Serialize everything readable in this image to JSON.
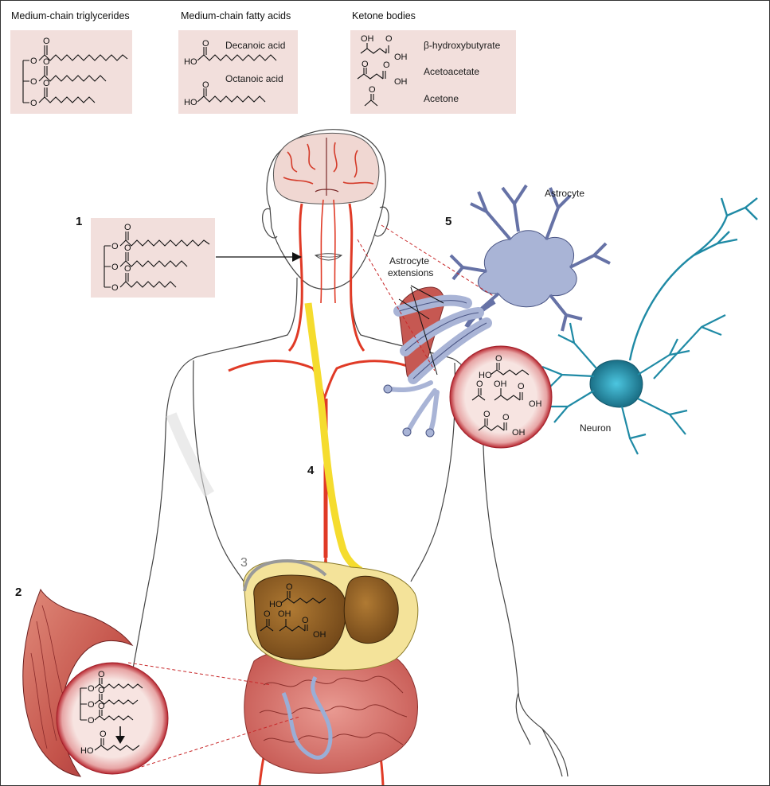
{
  "boxes": {
    "mct": {
      "title": "Medium-chain triglycerides"
    },
    "mcfa": {
      "title": "Medium-chain fatty acids",
      "decanoic": "Decanoic acid",
      "octanoic": "Octanoic acid"
    },
    "ketone": {
      "title": "Ketone bodies",
      "bhb": "β-hydroxybutyrate",
      "acac": "Acetoacetate",
      "acetone": "Acetone"
    }
  },
  "steps": {
    "s1": "1",
    "s2": "2",
    "s3": "3",
    "s4": "4",
    "s5": "5"
  },
  "labels": {
    "astrocyte": "Astrocyte",
    "astro_ext_1": "Astrocyte",
    "astro_ext_2": "extensions",
    "neuron": "Neuron"
  },
  "chem": {
    "O": "O",
    "OH": "OH",
    "HO": "HO"
  },
  "colors": {
    "box_fill": "#f2dfdc",
    "artery": "#e03a26",
    "esophagus": "#f5dc2e",
    "liver": "#8a5a22",
    "astrocyte": "#a9b4d6",
    "neuron": "#2aa7c4",
    "zoom_rim": "#c0303a",
    "muscle": "#b8453e",
    "intestine": "#d9726e"
  }
}
